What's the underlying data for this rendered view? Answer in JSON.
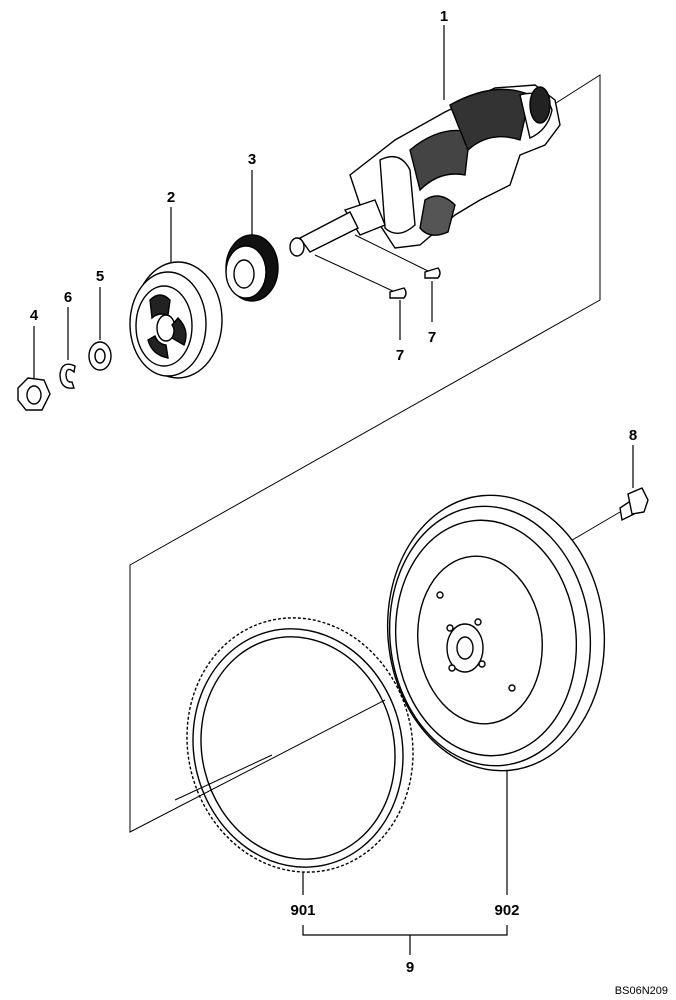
{
  "diagram": {
    "figure_code": "BS06N209",
    "callouts": {
      "c1": "1",
      "c2": "2",
      "c3": "3",
      "c4": "4",
      "c5": "5",
      "c6": "6",
      "c7a": "7",
      "c7b": "7",
      "c8": "8",
      "c9": "9",
      "c901": "901",
      "c902": "902"
    }
  }
}
